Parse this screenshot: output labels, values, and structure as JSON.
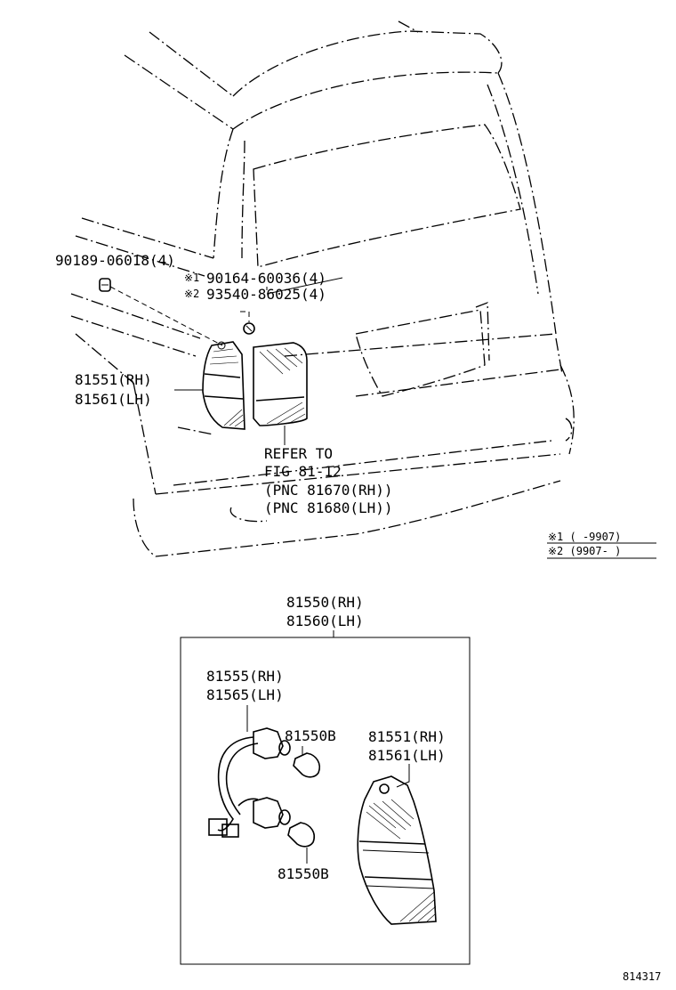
{
  "labels": {
    "clip_part": "90189-06018(4)",
    "screw_a_mark": "※1",
    "screw_a": "90164-60036(4)",
    "screw_b_mark": "※2",
    "screw_b": "93540-86025(4)",
    "lens_rh_upper": "81551(RH)",
    "lens_lh_upper": "81561(LH)",
    "refer_1": "REFER TO",
    "refer_2": "FIG 81-12",
    "refer_3": "(PNC 81670(RH))",
    "refer_4": "(PNC 81680(LH))",
    "note_1": "※1 (      -9907)",
    "note_2": "※2 (9907-      )",
    "assy_rh": "81550(RH)",
    "assy_lh": "81560(LH)",
    "socket_rh": "81555(RH)",
    "socket_lh": "81565(LH)",
    "bulb_upper": "81550B",
    "bulb_lower": "81550B",
    "lens_rh_lower": "81551(RH)",
    "lens_lh_lower": "81561(LH)",
    "figure_number": "814317"
  }
}
